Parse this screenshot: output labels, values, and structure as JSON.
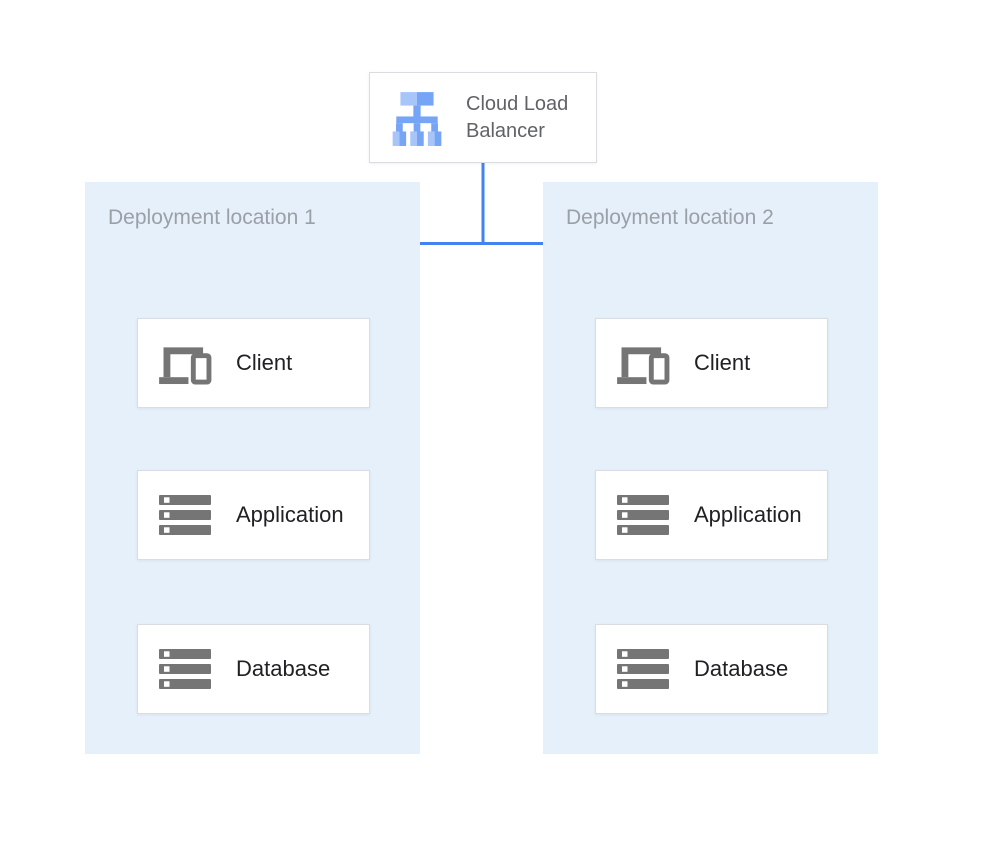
{
  "load_balancer": {
    "label": "Cloud Load Balancer"
  },
  "zones": [
    {
      "label": "Deployment location 1",
      "nodes": [
        {
          "label": "Client",
          "icon": "client-devices-icon"
        },
        {
          "label": "Application",
          "icon": "server-stack-icon"
        },
        {
          "label": "Database",
          "icon": "server-stack-icon"
        }
      ]
    },
    {
      "label": "Deployment location 2",
      "nodes": [
        {
          "label": "Client",
          "icon": "client-devices-icon"
        },
        {
          "label": "Application",
          "icon": "server-stack-icon"
        },
        {
          "label": "Database",
          "icon": "server-stack-icon"
        }
      ]
    }
  ],
  "icons": {
    "load_balancer": "cloud-load-balancer-icon",
    "client": "client-devices-icon",
    "servers": "server-stack-icon"
  },
  "colors": {
    "connector_blue": "#4283f0",
    "zone_background": "#e6f0fb",
    "node_border": "#d9dce1",
    "icon_gray": "#757575",
    "lb_icon_light_blue": "#a7c5f9",
    "lb_icon_blue": "#76a5f6",
    "node_label_text": "#202124",
    "lb_label_text": "#5f6368",
    "zone_label_text": "#9aa0a6"
  }
}
